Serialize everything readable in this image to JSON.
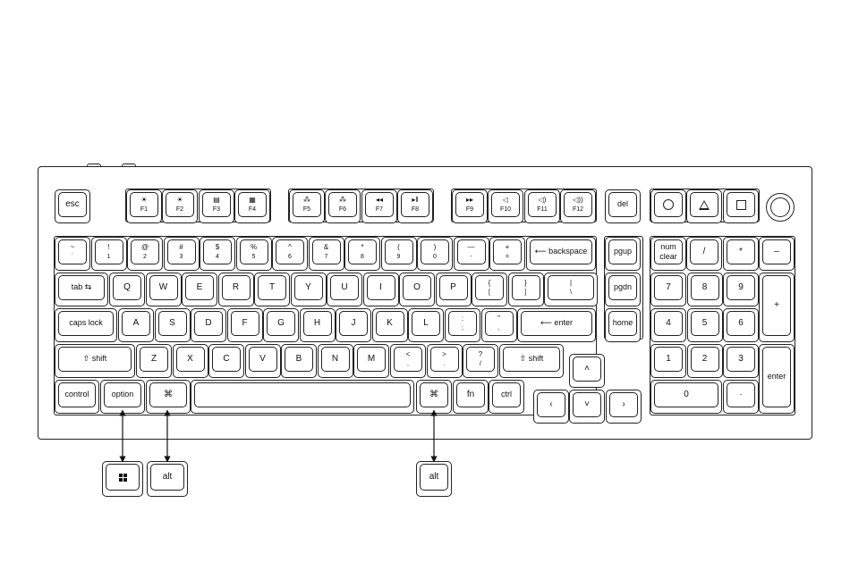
{
  "fn_row": [
    {
      "id": "esc",
      "top": "",
      "main": "esc"
    },
    {
      "id": "f1",
      "top": "☀",
      "main": "F1"
    },
    {
      "id": "f2",
      "top": "☀",
      "main": "F2"
    },
    {
      "id": "f3",
      "top": "▤",
      "main": "F3"
    },
    {
      "id": "f4",
      "top": "▦",
      "main": "F4"
    },
    {
      "id": "f5",
      "top": "⁂",
      "main": "F5"
    },
    {
      "id": "f6",
      "top": "⁂",
      "main": "F6"
    },
    {
      "id": "f7",
      "top": "◂◂",
      "main": "F7"
    },
    {
      "id": "f8",
      "top": "▸‖",
      "main": "F8"
    },
    {
      "id": "f9",
      "top": "▸▸",
      "main": "F9"
    },
    {
      "id": "f10",
      "top": "◁",
      "main": "F10"
    },
    {
      "id": "f11",
      "top": "◁)",
      "main": "F11"
    },
    {
      "id": "f12",
      "top": "◁))",
      "main": "F12"
    },
    {
      "id": "del",
      "top": "",
      "main": "del"
    }
  ],
  "number_row": [
    {
      "top": "~",
      "main": "`"
    },
    {
      "top": "!",
      "main": "1"
    },
    {
      "top": "@",
      "main": "2"
    },
    {
      "top": "#",
      "main": "3"
    },
    {
      "top": "$",
      "main": "4"
    },
    {
      "top": "%",
      "main": "5"
    },
    {
      "top": "^",
      "main": "6"
    },
    {
      "top": "&",
      "main": "7"
    },
    {
      "top": "*",
      "main": "8"
    },
    {
      "top": "(",
      "main": "9"
    },
    {
      "top": ")",
      "main": "0"
    },
    {
      "top": "—",
      "main": "-"
    },
    {
      "top": "+",
      "main": "="
    }
  ],
  "labels": {
    "backspace": "⟵ backspace",
    "tab": "tab ⇆",
    "caps": "caps lock",
    "enter": "⟵ enter",
    "lshift": "⇧ shift",
    "rshift": "⇧ shift",
    "control": "control",
    "option": "option",
    "cmd": "⌘",
    "fn": "fn",
    "ctrl": "ctrl",
    "pgup": "pgup",
    "pgdn": "pgdn",
    "home": "home",
    "up": "˄",
    "down": "˅",
    "left": "‹",
    "right": "›",
    "numclear_1": "num",
    "numclear_2": "clear",
    "np_slash": "/",
    "np_star": "*",
    "np_minus": "–",
    "np_plus": "+",
    "np_enter": "enter",
    "np_0": "0",
    "np_dot": "·",
    "np_7": "7",
    "np_8": "8",
    "np_9": "9",
    "np_4": "4",
    "np_5": "5",
    "np_6": "6",
    "np_1": "1",
    "np_2": "2",
    "np_3": "3",
    "alt_left": "alt",
    "alt_right": "alt"
  },
  "letters_row1": [
    "Q",
    "W",
    "E",
    "R",
    "T",
    "Y",
    "U",
    "I",
    "O",
    "P"
  ],
  "bracket_row1": [
    {
      "top": "{",
      "main": "["
    },
    {
      "top": "}",
      "main": "]"
    },
    {
      "top": "|",
      "main": "\\"
    }
  ],
  "letters_row2": [
    "A",
    "S",
    "D",
    "F",
    "G",
    "H",
    "J",
    "K",
    "L"
  ],
  "punct_row2": [
    {
      "top": ":",
      "main": ";"
    },
    {
      "top": "\"",
      "main": ","
    }
  ],
  "letters_row3": [
    "Z",
    "X",
    "C",
    "V",
    "B",
    "N",
    "M"
  ],
  "punct_row3": [
    {
      "top": "<",
      "main": ","
    },
    {
      "top": ">",
      "main": "."
    },
    {
      "top": "?",
      "main": "/"
    }
  ]
}
